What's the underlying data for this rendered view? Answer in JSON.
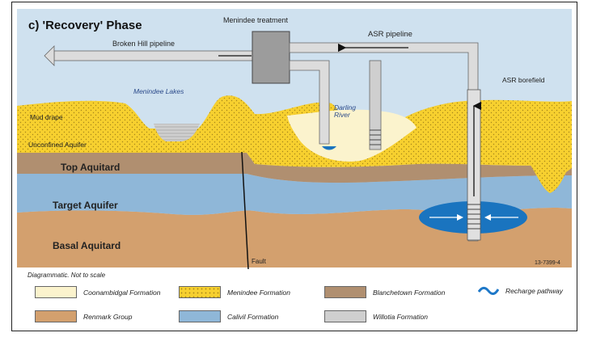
{
  "title": "c) 'Recovery' Phase",
  "labels": {
    "treatment": "Menindee treatment",
    "asr_pipeline": "ASR pipeline",
    "broken_hill": "Broken Hill pipeline",
    "menindee_lakes": "Menindee Lakes",
    "darling_river": "Darling\nRiver",
    "asr_borefield": "ASR borefield",
    "mud_drape": "Mud drape",
    "unconfined": "Unconfined Aquifer",
    "top_aquitard": "Top Aquitard",
    "target_aquifer": "Target Aquifer",
    "basal_aquitard": "Basal Aquitard",
    "fault": "Fault",
    "figure_code": "13-7399-4",
    "note": "Diagrammatic. Not to scale"
  },
  "legend": [
    {
      "label": "Coonambidgal Formation",
      "color": "#fbf3cd",
      "pattern": "plain"
    },
    {
      "label": "Menindee Formation",
      "color": "#f7d02f",
      "pattern": "dots"
    },
    {
      "label": "Blanchetown Formation",
      "color": "#b08f70",
      "pattern": "plain"
    },
    {
      "label": "Recharge pathway",
      "color": "#1e78c8",
      "pattern": "wave"
    },
    {
      "label": "Renmark Group",
      "color": "#d3a06e",
      "pattern": "plain"
    },
    {
      "label": "Calivil Formation",
      "color": "#8fb7d8",
      "pattern": "plain"
    },
    {
      "label": "Willotia Formation",
      "color": "#cfcfcf",
      "pattern": "plain"
    }
  ],
  "colors": {
    "sky": "#cfe1ef",
    "coonambidgal": "#fbf3cd",
    "menindee": "#f7d02f",
    "blanchetown": "#b08f70",
    "renmark": "#d3a06e",
    "calivil": "#8fb7d8",
    "willotia": "#cfcfcf",
    "pipe": "#dcdcdc",
    "water_lens": "#1a74bf"
  }
}
